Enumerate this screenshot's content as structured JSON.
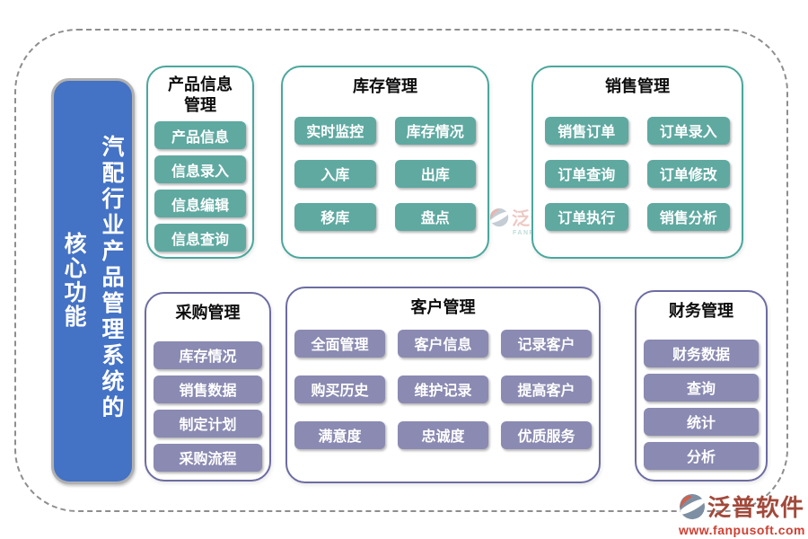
{
  "page_title": "汽配行业产品管理系统的核心功能",
  "banner": {
    "main": "汽配行业产品管理系统的",
    "sub": "核心功能"
  },
  "sections": [
    {
      "id": "product-info",
      "title": "产品信息管理",
      "theme": "teal",
      "items": [
        "产品信息",
        "信息录入",
        "信息编辑",
        "信息查询"
      ]
    },
    {
      "id": "inventory",
      "title": "库存管理",
      "theme": "teal",
      "items": [
        "实时监控",
        "库存情况",
        "入库",
        "出库",
        "移库",
        "盘点"
      ]
    },
    {
      "id": "sales",
      "title": "销售管理",
      "theme": "teal",
      "items": [
        "销售订单",
        "订单录入",
        "订单查询",
        "订单修改",
        "订单执行",
        "销售分析"
      ]
    },
    {
      "id": "purchase",
      "title": "采购管理",
      "theme": "purple",
      "items": [
        "库存情况",
        "销售数据",
        "制定计划",
        "采购流程"
      ]
    },
    {
      "id": "customer",
      "title": "客户管理",
      "theme": "purple",
      "items": [
        "全面管理",
        "客户信息",
        "记录客户",
        "购买历史",
        "维护记录",
        "提高客户",
        "满意度",
        "忠诚度",
        "优质服务"
      ]
    },
    {
      "id": "finance",
      "title": "财务管理",
      "theme": "purple",
      "items": [
        "财务数据",
        "查询",
        "统计",
        "分析"
      ]
    }
  ],
  "watermark": {
    "brand": "泛普软件",
    "brand_en": "FANPU SOFTWARE"
  },
  "footer": {
    "brand": "泛普软件",
    "url": "www.fanpusoft.com"
  },
  "icons": {
    "logo": "fanpu-swoosh-logo-icon"
  },
  "colors": {
    "banner_blue": "#4472c4",
    "teal_button": "#5fa9a1",
    "teal_border": "#4aa79c",
    "purple_button": "#8a8ab2",
    "purple_border": "#6c6ca2",
    "dash_gray": "#8e8e8e",
    "brand_red": "#a2493b",
    "url_red": "#cf4033"
  }
}
